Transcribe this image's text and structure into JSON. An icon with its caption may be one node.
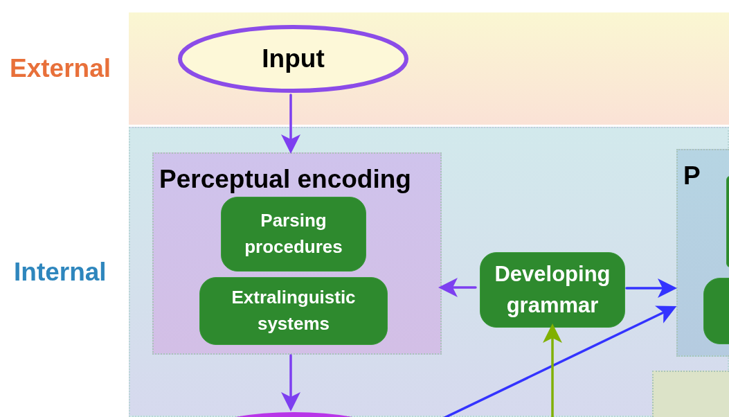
{
  "diagram": {
    "nodes": [
      {
        "text": [
          "External"
        ]
      },
      {
        "text": [
          "Internal"
        ]
      },
      {
        "text": [
          "Input"
        ],
        "in": 0
      },
      {
        "text": [
          "Perceptual encoding"
        ],
        "in": 1
      },
      {
        "text": [
          "Parsing procedures"
        ],
        "in": 3
      },
      {
        "text": [
          "Extralinguistic systems"
        ],
        "in": 3
      },
      {
        "text": [
          "Developing grammar"
        ],
        "in": 1
      },
      {
        "text": [
          "P"
        ],
        "in": 1
      },
      {
        "text": [],
        "shape": "box",
        "in": 7
      },
      {
        "text": [],
        "shape": "box",
        "in": 7
      },
      {
        "text": [],
        "shape": "circle",
        "in": 1
      },
      {
        "text": [],
        "shape": "box",
        "in": 1
      }
    ],
    "edges": [
      {
        "from": 2,
        "to": 3,
        "arrow": "to",
        "color": "#7d3ff0"
      },
      {
        "from": 3,
        "to": 10,
        "arrow": "to",
        "color": "#7d3ff0"
      },
      {
        "from": 6,
        "to": 3,
        "arrow": "to",
        "color": "#7d3ff0"
      },
      {
        "from": 6,
        "to": 7,
        "arrow": "to",
        "color": "#3333ff"
      },
      {
        "from": null,
        "to": 7,
        "arrow": "to",
        "color": "#3333ff"
      },
      {
        "from": null,
        "to": 6,
        "arrow": "to",
        "color": "#80b000"
      }
    ]
  }
}
